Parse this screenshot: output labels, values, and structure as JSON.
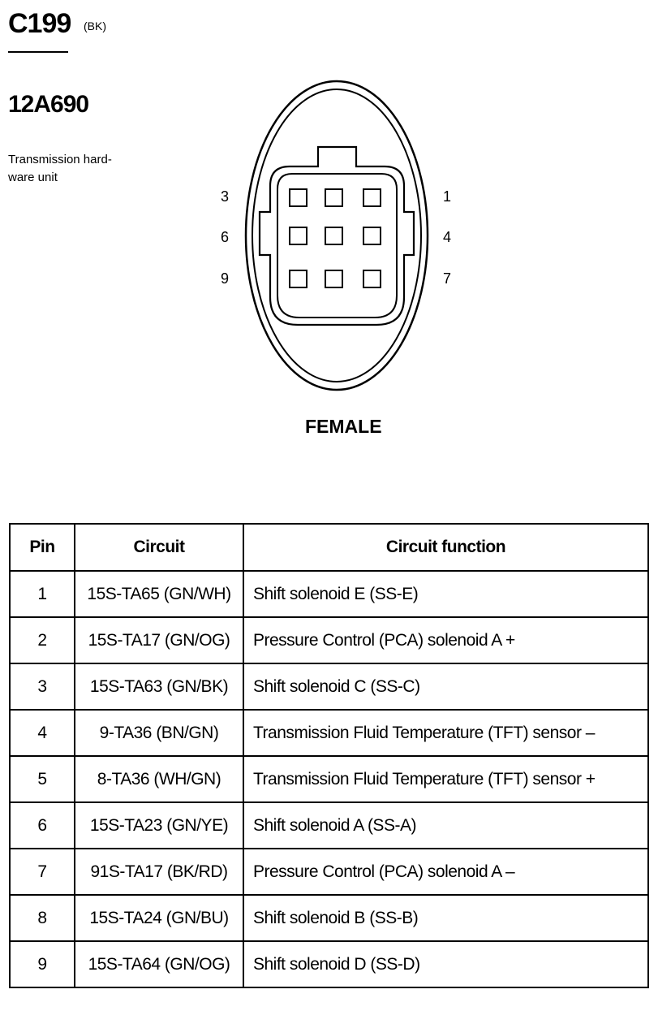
{
  "connector": {
    "id": "C199",
    "color": "(BK)",
    "part_number": "12A690",
    "description_line1": "Transmission hard-",
    "description_line2": "ware unit",
    "view": "FEMALE",
    "pin_labels": {
      "p1": "1",
      "p3": "3",
      "p4": "4",
      "p6": "6",
      "p7": "7",
      "p9": "9"
    }
  },
  "table": {
    "headers": [
      "Pin",
      "Circuit",
      "Circuit function"
    ],
    "rows": [
      {
        "pin": "1",
        "circuit": "15S-TA65 (GN/WH)",
        "function": "Shift solenoid E (SS-E)"
      },
      {
        "pin": "2",
        "circuit": "15S-TA17 (GN/OG)",
        "function": "Pressure Control (PCA) solenoid A +"
      },
      {
        "pin": "3",
        "circuit": "15S-TA63 (GN/BK)",
        "function": "Shift solenoid C (SS-C)"
      },
      {
        "pin": "4",
        "circuit": "9-TA36 (BN/GN)",
        "function": "Transmission Fluid Temperature (TFT) sensor –"
      },
      {
        "pin": "5",
        "circuit": "8-TA36 (WH/GN)",
        "function": "Transmission Fluid Temperature (TFT) sensor +"
      },
      {
        "pin": "6",
        "circuit": "15S-TA23 (GN/YE)",
        "function": "Shift solenoid A (SS-A)"
      },
      {
        "pin": "7",
        "circuit": "91S-TA17 (BK/RD)",
        "function": "Pressure Control (PCA) solenoid A –"
      },
      {
        "pin": "8",
        "circuit": "15S-TA24 (GN/BU)",
        "function": "Shift solenoid B (SS-B)"
      },
      {
        "pin": "9",
        "circuit": "15S-TA64 (GN/OG)",
        "function": "Shift solenoid D (SS-D)"
      }
    ]
  }
}
